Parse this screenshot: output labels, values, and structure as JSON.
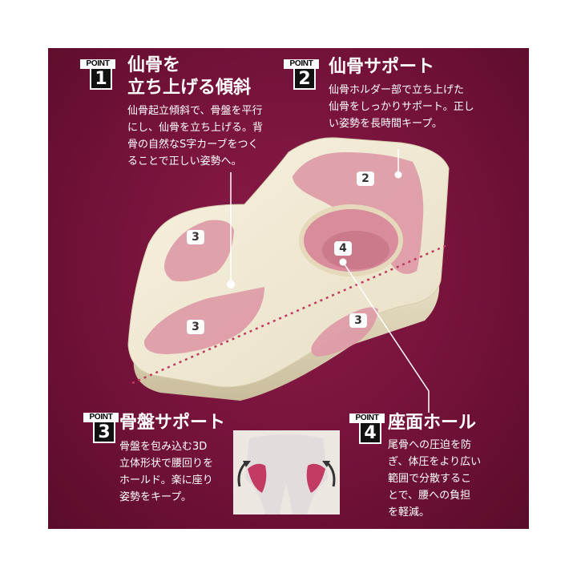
{
  "points": [
    {
      "tag": "POINT",
      "number": "1",
      "title": [
        "仙骨を",
        "立ち上げる傾斜"
      ],
      "description": [
        "仙骨起立傾斜で、骨盤を平行",
        "にし、仙骨を立ち上げる。背",
        "骨の自然なS字カーブをつく",
        "ることで正しい姿勢へ。"
      ]
    },
    {
      "tag": "POINT",
      "number": "2",
      "title": [
        "仙骨サポート"
      ],
      "description": [
        "仙骨ホルダー部で立ち上げた",
        "仙骨をしっかりサポート。正し",
        "い姿勢を長時間キープ。"
      ]
    },
    {
      "tag": "POINT",
      "number": "3",
      "title": [
        "骨盤サポート"
      ],
      "description": [
        "骨盤を包み込む3D",
        "立体形状で腰回りを",
        "ホールド。楽に座り",
        "姿勢をキープ。"
      ]
    },
    {
      "tag": "POINT",
      "number": "4",
      "title": [
        "座面ホール"
      ],
      "description": [
        "尾骨への圧迫を防",
        "ぎ、体圧をより広い",
        "範囲で分散するこ",
        "とで、腰への負担",
        "を軽減。"
      ]
    }
  ],
  "markers": {
    "m2": "2",
    "m3a": "3",
    "m3b": "3",
    "m3c": "3",
    "m4": "4"
  },
  "colors": {
    "background": "#74123a",
    "cushion": "#f3ecd8",
    "pad": "#dd9aa6",
    "text": "#ffffff",
    "marker_text": "#333333"
  }
}
